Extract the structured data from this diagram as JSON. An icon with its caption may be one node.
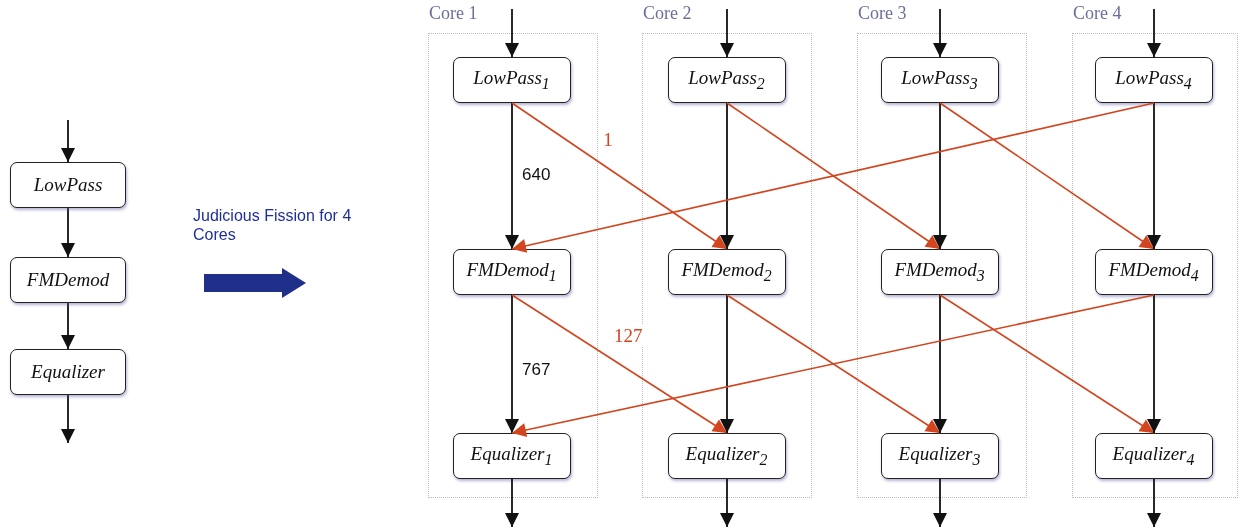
{
  "diagram": {
    "nodes": [
      {
        "text": [
          "LowPass"
        ]
      },
      {
        "text": [
          "FMDemod"
        ]
      },
      {
        "text": [
          "Equalizer"
        ]
      },
      {
        "text": [
          "Core 1"
        ]
      },
      {
        "text": [
          "LowPass$_{1}$"
        ],
        "in": 3
      },
      {
        "text": [
          "FMDemod$_{1}$"
        ],
        "in": 3
      },
      {
        "text": [
          "Equalizer$_{1}$"
        ],
        "in": 3
      },
      {
        "text": [
          "Core 2"
        ]
      },
      {
        "text": [
          "LowPass$_{2}$"
        ],
        "in": 7
      },
      {
        "text": [
          "FMDemod$_{2}$"
        ],
        "in": 7
      },
      {
        "text": [
          "Equalizer$_{2}$"
        ],
        "in": 7
      },
      {
        "text": [
          "Core 3"
        ]
      },
      {
        "text": [
          "LowPass$_{3}$"
        ],
        "in": 11
      },
      {
        "text": [
          "FMDemod$_{3}$"
        ],
        "in": 11
      },
      {
        "text": [
          "Equalizer$_{3}$"
        ],
        "in": 11
      },
      {
        "text": [
          "Core 4"
        ]
      },
      {
        "text": [
          "LowPass$_{4}$"
        ],
        "in": 15
      },
      {
        "text": [
          "FMDemod$_{4}$"
        ],
        "in": 15
      },
      {
        "text": [
          "Equalizer$_{4}$"
        ],
        "in": 15
      }
    ],
    "edges": [
      {
        "from": null,
        "to": 0,
        "arrow": "to"
      },
      {
        "from": 0,
        "to": 1,
        "arrow": "to"
      },
      {
        "from": 1,
        "to": 2,
        "arrow": "to"
      },
      {
        "from": 2,
        "to": null,
        "arrow": "to"
      },
      {
        "from": null,
        "to": 4,
        "arrow": "to"
      },
      {
        "from": 4,
        "to": 5,
        "arrow": "to",
        "label": "640"
      },
      {
        "from": 4,
        "to": 9,
        "arrow": "to",
        "label": "1",
        "color": "#d2451e"
      },
      {
        "from": 5,
        "to": 6,
        "arrow": "to",
        "label": "767"
      },
      {
        "from": 5,
        "to": 10,
        "arrow": "to",
        "label": "127",
        "color": "#d2451e"
      },
      {
        "from": 6,
        "to": null,
        "arrow": "to"
      },
      {
        "from": null,
        "to": 8,
        "arrow": "to"
      },
      {
        "from": 8,
        "to": 9,
        "arrow": "to"
      },
      {
        "from": 8,
        "to": 13,
        "arrow": "to",
        "color": "#d2451e"
      },
      {
        "from": 9,
        "to": 10,
        "arrow": "to"
      },
      {
        "from": 9,
        "to": 14,
        "arrow": "to",
        "color": "#d2451e"
      },
      {
        "from": 10,
        "to": null,
        "arrow": "to"
      },
      {
        "from": null,
        "to": 12,
        "arrow": "to"
      },
      {
        "from": 12,
        "to": 13,
        "arrow": "to"
      },
      {
        "from": 12,
        "to": 17,
        "arrow": "to",
        "color": "#d2451e"
      },
      {
        "from": 13,
        "to": 14,
        "arrow": "to"
      },
      {
        "from": 13,
        "to": 18,
        "arrow": "to",
        "color": "#d2451e"
      },
      {
        "from": 14,
        "to": null,
        "arrow": "to"
      },
      {
        "from": null,
        "to": 16,
        "arrow": "to"
      },
      {
        "from": 16,
        "to": 17,
        "arrow": "to"
      },
      {
        "from": 16,
        "to": 5,
        "arrow": "to",
        "color": "#d2451e"
      },
      {
        "from": 17,
        "to": 18,
        "arrow": "to"
      },
      {
        "from": 17,
        "to": 6,
        "arrow": "to",
        "color": "#d2451e"
      },
      {
        "from": 18,
        "to": null,
        "arrow": "to"
      }
    ],
    "labels": [
      "Judicious Fission for 4 Cores"
    ]
  }
}
